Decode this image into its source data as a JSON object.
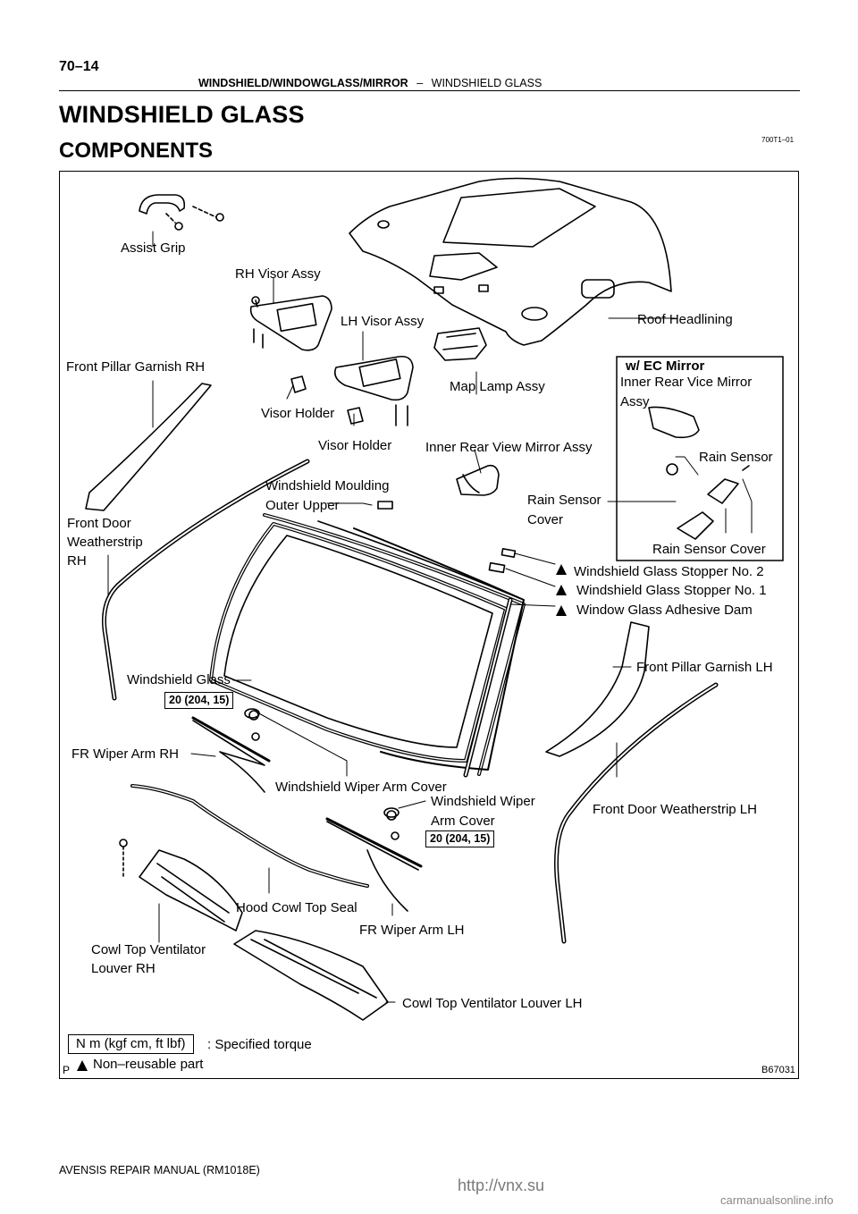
{
  "header": {
    "page_number": "70–14",
    "section": "WINDSHIELD/WINDOWGLASS/MIRROR",
    "separator": "–",
    "subsection": "WINDSHIELD GLASS",
    "doc_id": "700T1–01"
  },
  "titles": {
    "main": "WINDSHIELD GLASS",
    "sub": "COMPONENTS"
  },
  "labels": {
    "assist_grip": "Assist Grip",
    "rh_visor": "RH Visor Assy",
    "lh_visor": "LH Visor Assy",
    "roof_headlining": "Roof Headlining",
    "front_pillar_rh": "Front Pillar Garnish RH",
    "map_lamp": "Map Lamp Assy",
    "visor_holder_1": "Visor Holder",
    "visor_holder_2": "Visor Holder",
    "inner_rear_view_mirror": "Inner Rear View Mirror Assy",
    "ec_mirror_box_title": "w/ EC Mirror",
    "inner_rear_vice_mirror_1": "Inner Rear Vice Mirror",
    "inner_rear_vice_mirror_2": "Assy",
    "rain_sensor": "Rain Sensor",
    "rain_sensor_cover_box": "Rain Sensor Cover",
    "rain_sensor_cover_1": "Rain Sensor",
    "rain_sensor_cover_2": "Cover",
    "moulding_1": "Windshield Moulding",
    "moulding_2": "Outer Upper",
    "front_door_ws_rh_1": "Front Door",
    "front_door_ws_rh_2": "Weatherstrip",
    "front_door_ws_rh_3": "RH",
    "stopper_2": "Windshield Glass Stopper No. 2",
    "stopper_1": "Windshield Glass Stopper No. 1",
    "adhesive_dam": "Window Glass Adhesive Dam",
    "front_pillar_lh": "Front Pillar Garnish LH",
    "windshield_glass": "Windshield Glass",
    "fr_wiper_arm_rh": "FR Wiper Arm RH",
    "wiper_arm_cover_1": "Windshield Wiper Arm Cover",
    "wiper_arm_cover_2a": "Windshield Wiper",
    "wiper_arm_cover_2b": "Arm Cover",
    "front_door_ws_lh": "Front Door Weatherstrip LH",
    "hood_cowl_seal": "Hood Cowl Top Seal",
    "fr_wiper_arm_lh": "FR Wiper Arm LH",
    "cowl_louver_rh_1": "Cowl Top Ventilator",
    "cowl_louver_rh_2": "Louver RH",
    "cowl_louver_lh": "Cowl Top Ventilator Louver LH"
  },
  "torques": {
    "rh": "20 (204, 15)",
    "lh": "20 (204, 15)"
  },
  "legend": {
    "torque_unit": "N m (kgf cm, ft lbf)",
    "torque_desc": ": Specified torque",
    "nonreusable": "Non–reusable part",
    "p_mark": "P",
    "figure_id": "B67031"
  },
  "footer": {
    "manual": "AVENSIS REPAIR MANUAL   (RM1018E)"
  },
  "watermark": {
    "url": "http://vnx.su",
    "site": "carmanualsonline.info"
  }
}
